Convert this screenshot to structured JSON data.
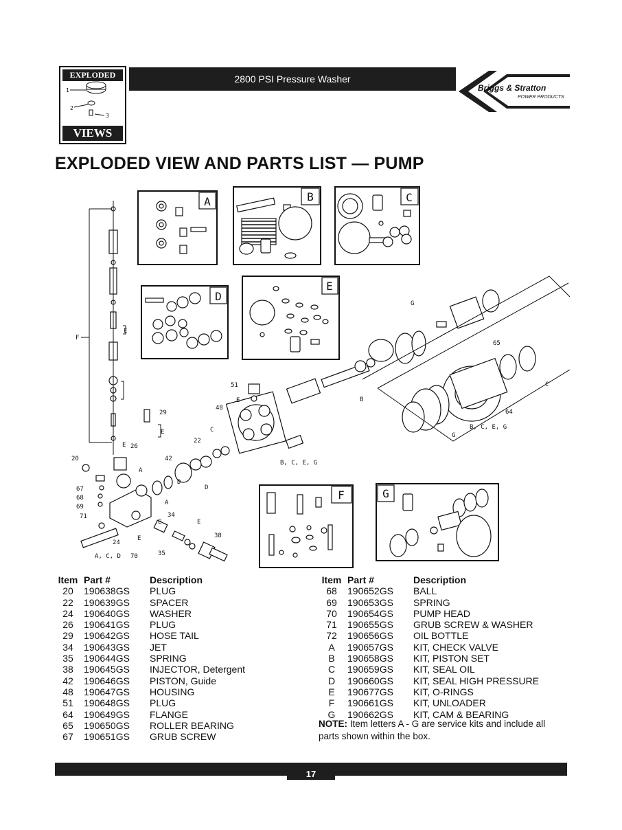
{
  "header": {
    "title": "2800 PSI Pressure Washer",
    "logo_top_word": "EXPLODED",
    "logo_bottom_word": "VIEWS",
    "brand_name": "Briggs & Stratton",
    "brand_sub": "POWER PRODUCTS"
  },
  "page_title": "EXPLODED VIEW AND PARTS LIST — PUMP",
  "diagram": {
    "box_labels": [
      "A",
      "B",
      "C",
      "D",
      "E",
      "F",
      "G"
    ],
    "callouts": [
      "F",
      "E",
      "29",
      "E",
      "20",
      "26",
      "E",
      "A",
      "67",
      "68",
      "69",
      "71",
      "24",
      "70",
      "A, C, D",
      "E",
      "34",
      "35",
      "E",
      "38",
      "22",
      "42",
      "D",
      "A",
      "51",
      "E",
      "48",
      "C",
      "B, C, E, G",
      "G",
      "65",
      "C",
      "B",
      "64",
      "G",
      "B, C, E, G",
      "D",
      "E"
    ]
  },
  "table_left": {
    "headers": {
      "item": "Item",
      "part": "Part #",
      "desc": "Description"
    },
    "rows": [
      {
        "item": "20",
        "part": "190638GS",
        "desc": "PLUG"
      },
      {
        "item": "22",
        "part": "190639GS",
        "desc": "SPACER"
      },
      {
        "item": "24",
        "part": "190640GS",
        "desc": "WASHER"
      },
      {
        "item": "26",
        "part": "190641GS",
        "desc": "PLUG"
      },
      {
        "item": "29",
        "part": "190642GS",
        "desc": "HOSE TAIL"
      },
      {
        "item": "34",
        "part": "190643GS",
        "desc": "JET"
      },
      {
        "item": "35",
        "part": "190644GS",
        "desc": "SPRING"
      },
      {
        "item": "38",
        "part": "190645GS",
        "desc": "INJECTOR, Detergent"
      },
      {
        "item": "42",
        "part": "190646GS",
        "desc": "PISTON, Guide"
      },
      {
        "item": "48",
        "part": "190647GS",
        "desc": "HOUSING"
      },
      {
        "item": "51",
        "part": "190648GS",
        "desc": "PLUG"
      },
      {
        "item": "64",
        "part": "190649GS",
        "desc": "FLANGE"
      },
      {
        "item": "65",
        "part": "190650GS",
        "desc": "ROLLER BEARING"
      },
      {
        "item": "67",
        "part": "190651GS",
        "desc": "GRUB SCREW"
      }
    ]
  },
  "table_right": {
    "headers": {
      "item": "Item",
      "part": "Part #",
      "desc": "Description"
    },
    "rows": [
      {
        "item": "68",
        "part": "190652GS",
        "desc": "BALL"
      },
      {
        "item": "69",
        "part": "190653GS",
        "desc": "SPRING"
      },
      {
        "item": "70",
        "part": "190654GS",
        "desc": "PUMP HEAD"
      },
      {
        "item": "71",
        "part": "190655GS",
        "desc": "GRUB SCREW & WASHER"
      },
      {
        "item": "72",
        "part": "190656GS",
        "desc": "OIL BOTTLE"
      },
      {
        "item": "A",
        "part": "190657GS",
        "desc": "KIT, CHECK VALVE"
      },
      {
        "item": "B",
        "part": "190658GS",
        "desc": "KIT, PISTON SET"
      },
      {
        "item": "C",
        "part": "190659GS",
        "desc": "KIT, SEAL OIL"
      },
      {
        "item": "D",
        "part": "190660GS",
        "desc": "KIT, SEAL HIGH PRESSURE"
      },
      {
        "item": "E",
        "part": "190677GS",
        "desc": "KIT, O-RINGS"
      },
      {
        "item": "F",
        "part": "190661GS",
        "desc": "KIT, UNLOADER"
      },
      {
        "item": "G",
        "part": "190662GS",
        "desc": "KIT, CAM & BEARING"
      }
    ]
  },
  "note": {
    "label": "NOTE:",
    "text": " Item letters A - G are service kits and include all parts shown within the box."
  },
  "footer": {
    "page_number": "17"
  }
}
